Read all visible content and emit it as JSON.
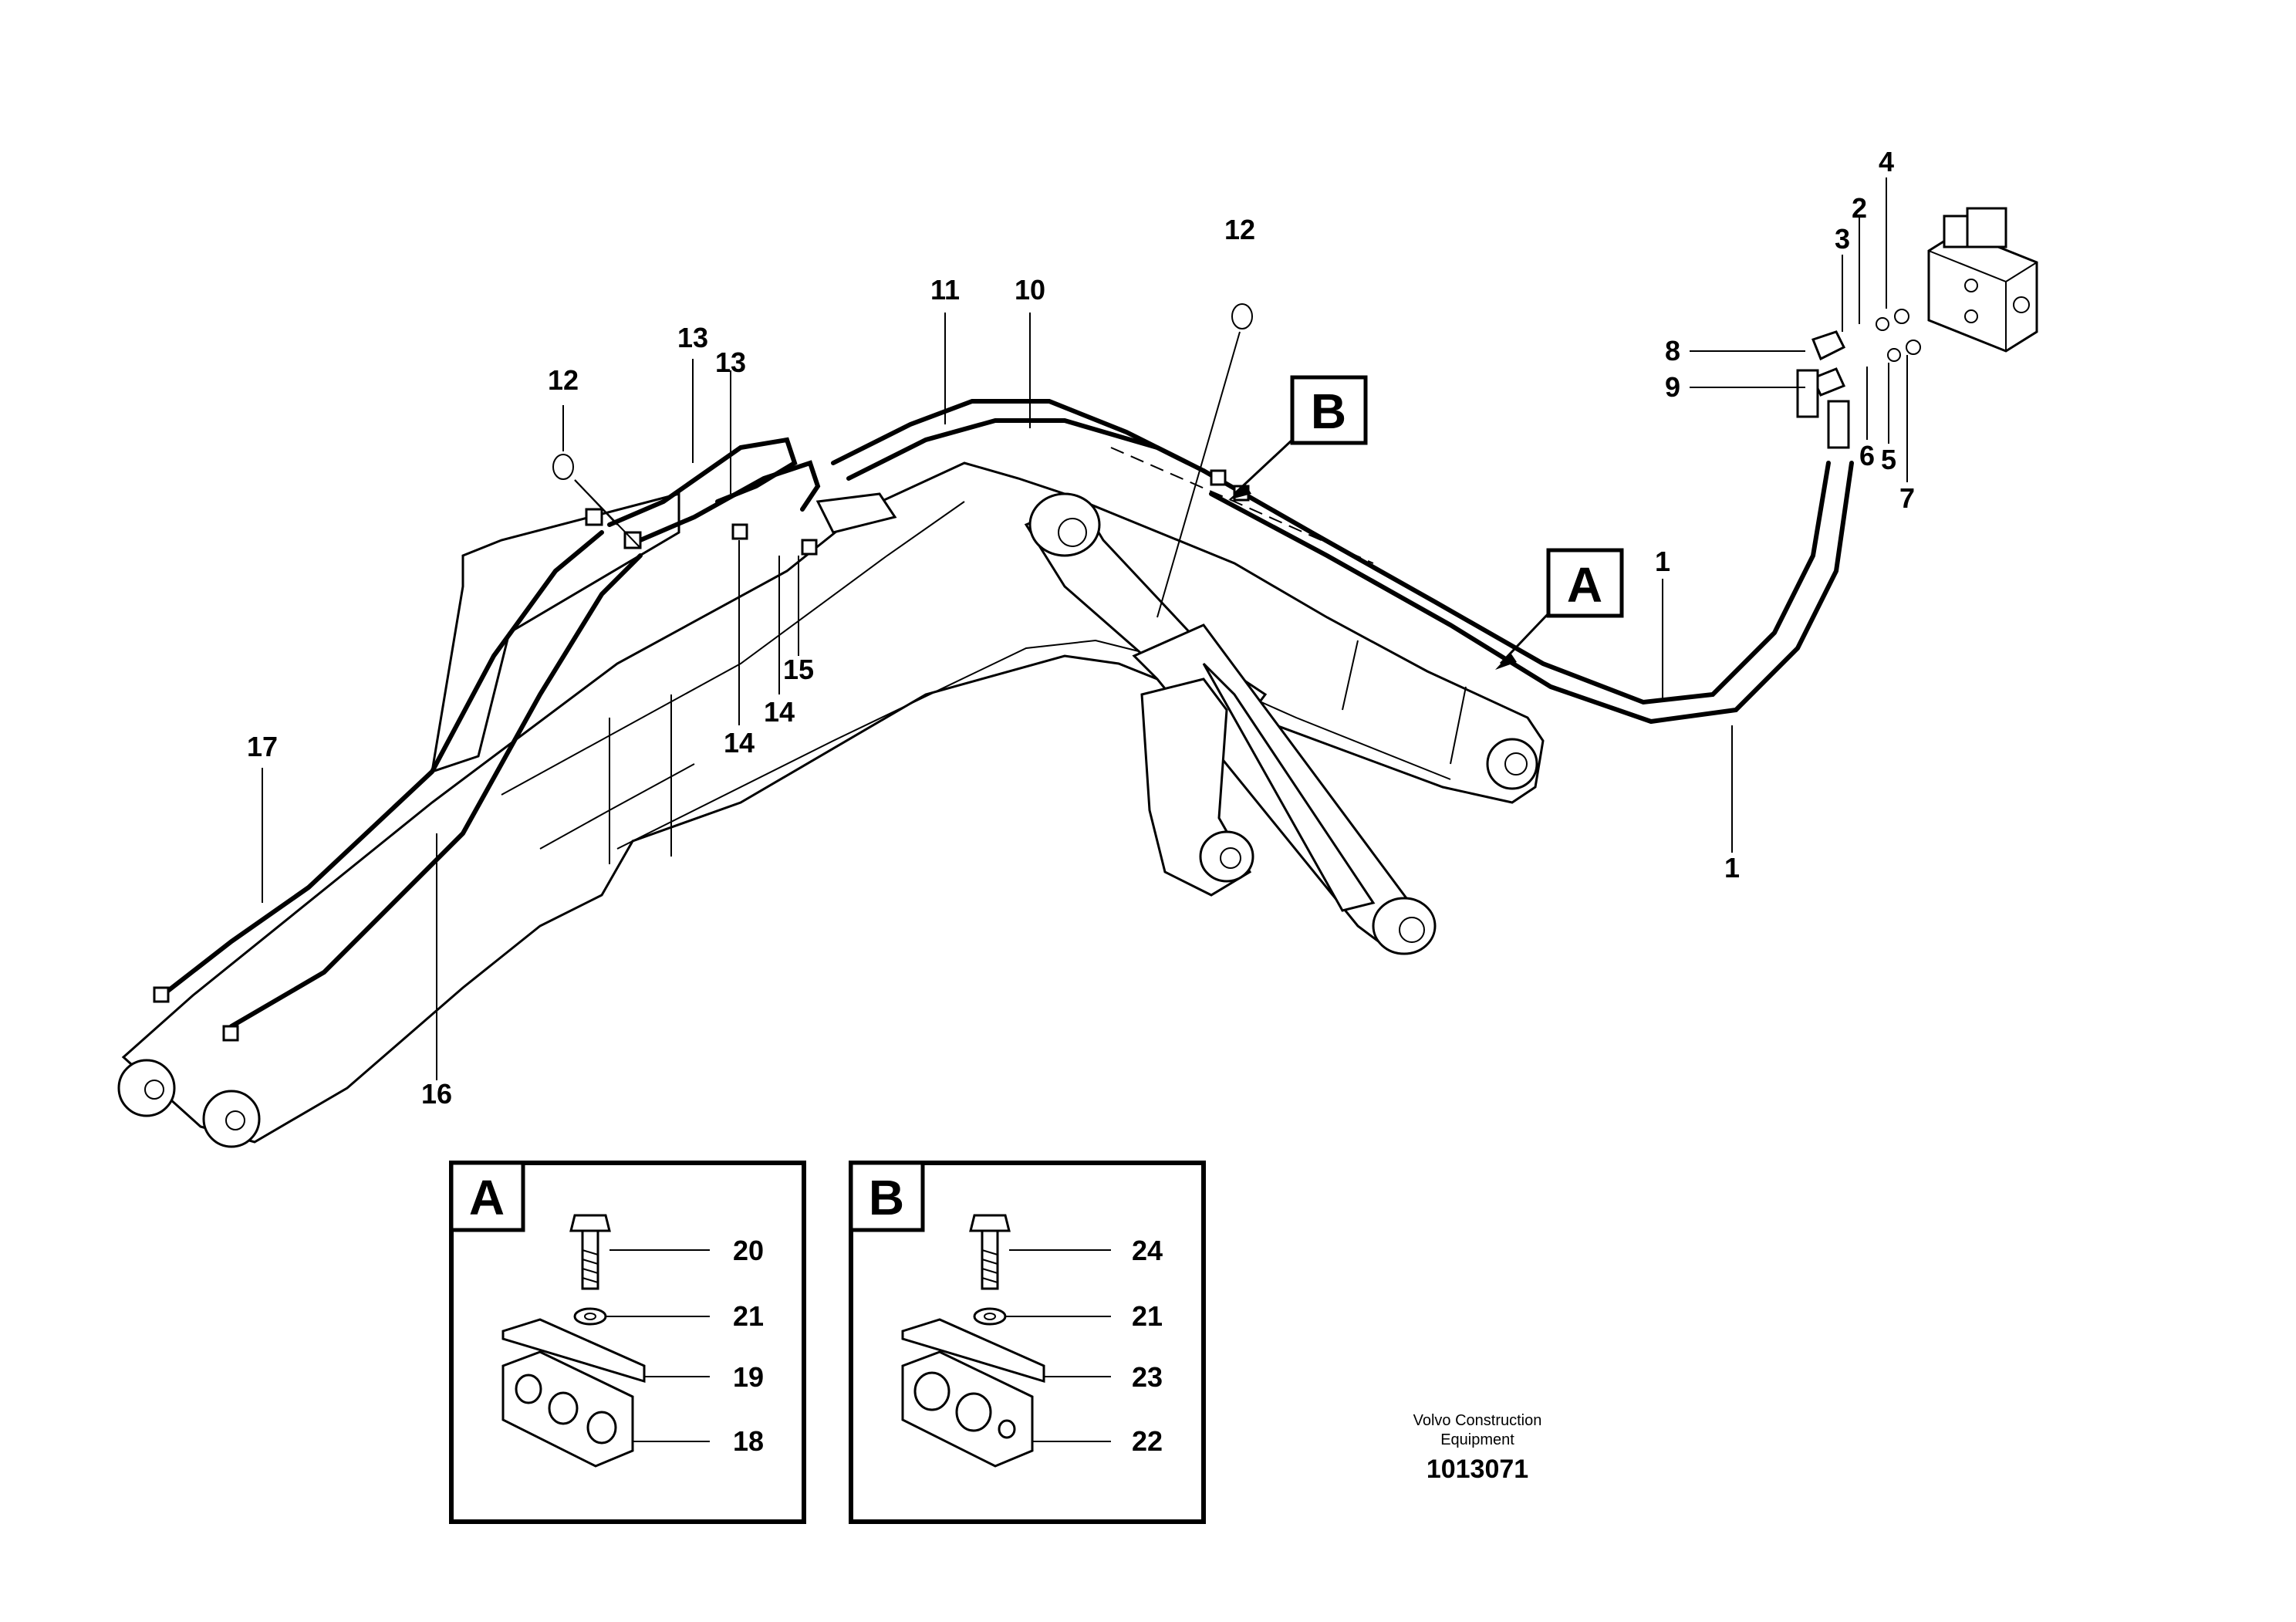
{
  "callouts": {
    "c1a": "1",
    "c1b": "1",
    "c2": "2",
    "c3": "3",
    "c4": "4",
    "c5": "5",
    "c6": "6",
    "c7": "7",
    "c8": "8",
    "c9": "9",
    "c10": "10",
    "c11": "11",
    "c12a": "12",
    "c12b": "12",
    "c13a": "13",
    "c13b": "13",
    "c14a": "14",
    "c14b": "14",
    "c15": "15",
    "c16": "16",
    "c17": "17"
  },
  "view_markers": {
    "a": "A",
    "b": "B"
  },
  "detail_a": {
    "letter": "A",
    "labels": [
      "20",
      "21",
      "19",
      "18"
    ]
  },
  "detail_b": {
    "letter": "B",
    "labels": [
      "24",
      "21",
      "23",
      "22"
    ]
  },
  "caption": {
    "line1": "Volvo Construction",
    "line2": "Equipment",
    "number": "1013071"
  }
}
